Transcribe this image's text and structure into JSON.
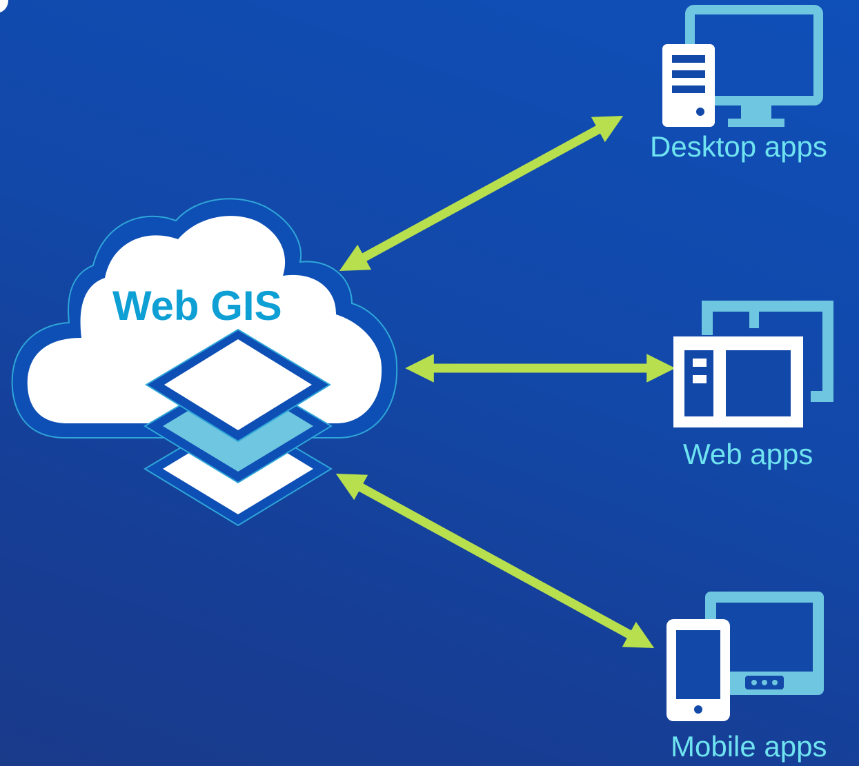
{
  "hub": {
    "label": "Web GIS"
  },
  "clients": [
    {
      "label": "Desktop apps",
      "icon": "desktop-computer-icon"
    },
    {
      "label": "Web apps",
      "icon": "browser-window-icon"
    },
    {
      "label": "Mobile apps",
      "icon": "mobile-tablet-icon"
    }
  ],
  "colors": {
    "background": "#1248a8",
    "arrow": "#b8df4e",
    "icon_light": "#6ec6e0",
    "label": "#6fe3f0",
    "hub_title": "#0e9fd4",
    "cloud_outline": "#0d4fb5"
  }
}
